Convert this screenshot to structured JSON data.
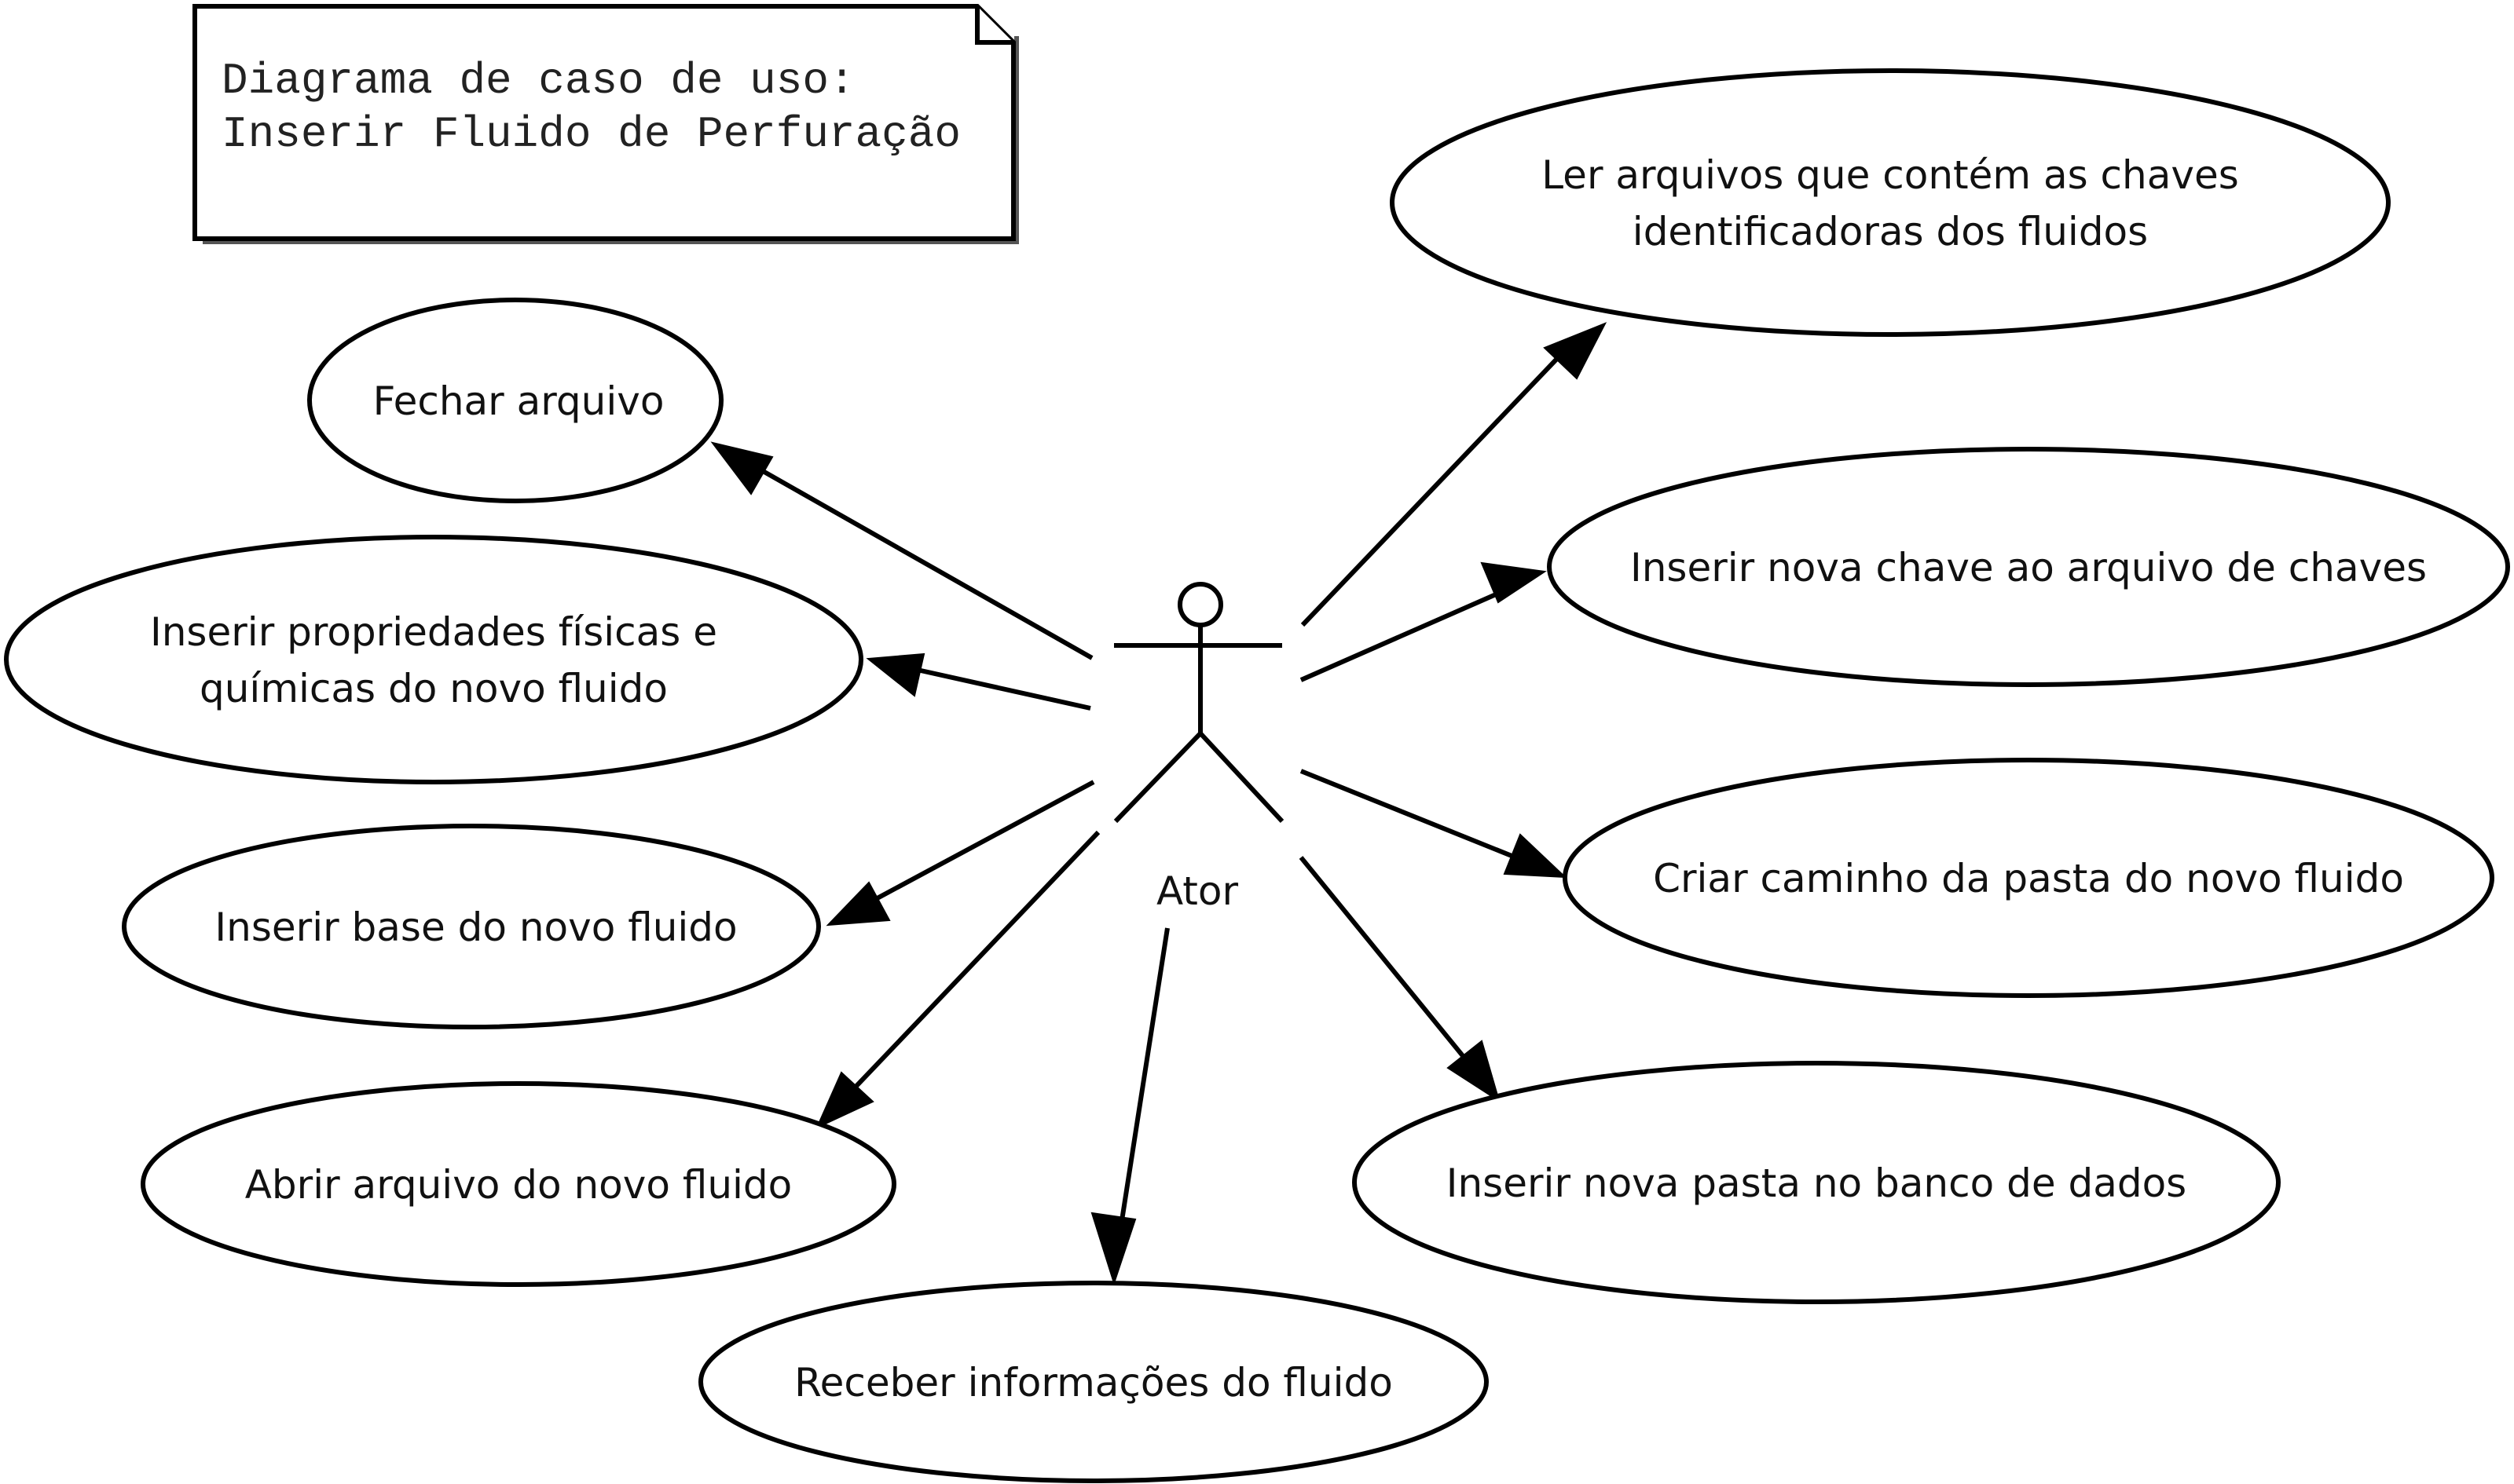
{
  "note": {
    "lines": [
      "Diagrama de caso de uso:",
      "Inserir Fluido de Perfuração"
    ]
  },
  "actor": {
    "label": "Ator"
  },
  "use_cases": [
    {
      "id": "ler-arquivos",
      "lines": [
        "Ler arquivos que contém as chaves",
        "identificadoras dos fluidos"
      ]
    },
    {
      "id": "fechar-arquivo",
      "lines": [
        "Fechar arquivo"
      ]
    },
    {
      "id": "inserir-nova-chave",
      "lines": [
        "Inserir nova chave ao arquivo de chaves"
      ]
    },
    {
      "id": "inserir-propriedades",
      "lines": [
        "Inserir propriedades físicas e",
        "químicas do novo fluido"
      ]
    },
    {
      "id": "inserir-base",
      "lines": [
        "Inserir base do novo fluido"
      ]
    },
    {
      "id": "criar-caminho",
      "lines": [
        "Criar caminho da pasta do novo fluido"
      ]
    },
    {
      "id": "abrir-arquivo",
      "lines": [
        "Abrir arquivo do novo fluido"
      ]
    },
    {
      "id": "inserir-nova-pasta",
      "lines": [
        "Inserir nova pasta no banco de dados"
      ]
    },
    {
      "id": "receber-informacoes",
      "lines": [
        "Receber informações do fluido"
      ]
    }
  ]
}
